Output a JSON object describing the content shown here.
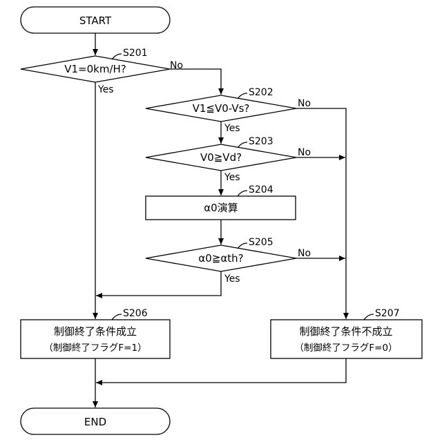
{
  "nodes": {
    "start": {
      "text": "START"
    },
    "s201": {
      "step": "S201",
      "text": "V1=0km/H?",
      "no": "No",
      "yes": "Yes"
    },
    "s202": {
      "step": "S202",
      "text": "V1≦V0-Vs?",
      "no": "No",
      "yes": "Yes"
    },
    "s203": {
      "step": "S203",
      "text": "V0≧Vd?",
      "no": "No",
      "yes": "Yes"
    },
    "s204": {
      "step": "S204",
      "text": "α0演算"
    },
    "s205": {
      "step": "S205",
      "text": "α0≧αth?",
      "no": "No",
      "yes": "Yes"
    },
    "s206": {
      "step": "S206",
      "line1": "制御終了条件成立",
      "line2": "（制御終了フラグF=1）"
    },
    "s207": {
      "step": "S207",
      "line1": "制御終了条件不成立",
      "line2": "（制御終了フラグF=0）"
    },
    "end": {
      "text": "END"
    }
  }
}
